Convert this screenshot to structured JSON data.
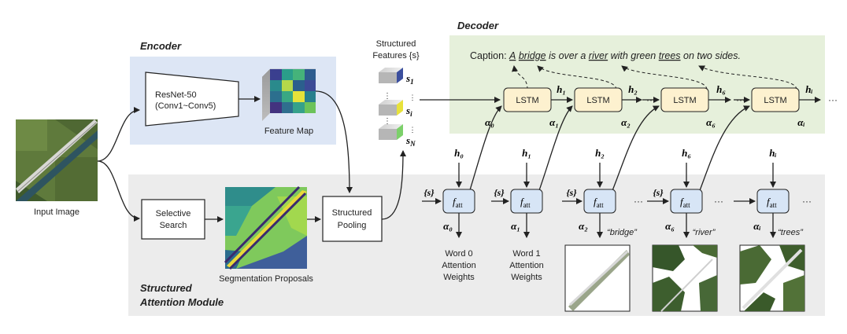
{
  "labels": {
    "encoder": "Encoder",
    "decoder": "Decoder",
    "sam_line1": "Structured",
    "sam_line2": "Attention Module",
    "input_image": "Input Image",
    "resnet_line1": "ResNet-50",
    "resnet_line2": "(Conv1~Conv5)",
    "feature_map": "Feature Map",
    "selective_line1": "Selective",
    "selective_line2": "Search",
    "seg_proposals": "Segmentation Proposals",
    "pooling_line1": "Structured",
    "pooling_line2": "Pooling",
    "structured_features_line1": "Structured",
    "structured_features_line2": "Features {s}",
    "s1": "s",
    "s1_sub": "1",
    "si": "s",
    "si_sub": "i",
    "sN": "s",
    "sN_sub": "N",
    "lstm": "LSTM",
    "fatt": "f",
    "fatt_sub": "att",
    "set_s": "{s}",
    "word0_line1": "Word 0",
    "word0_line2": "Attention",
    "word0_line3": "Weights",
    "word1_line1": "Word 1",
    "word1_line2": "Attention",
    "word1_line3": "Weights",
    "bridge": "“bridge”",
    "river": "“river”",
    "trees": "“trees”",
    "ellipsis": "···"
  },
  "caption": {
    "prefix": "Caption: ",
    "parts": [
      "A",
      " ",
      "bridge",
      " is over a ",
      "river",
      " with green ",
      "trees",
      " on ",
      "two sides."
    ]
  },
  "h_labels": [
    "h₀",
    "h₁",
    "h₂",
    "h₆",
    "hᵢ"
  ],
  "alpha_labels": [
    "α₀",
    "α₁",
    "α₂",
    "α₆",
    "αᵢ"
  ],
  "colors": {
    "encoder_bg": "#dde6f5",
    "decoder_bg": "#e6f0db",
    "sam_bg": "#ececec",
    "lstm_fill": "#fdf1cf",
    "fatt_fill": "#d7e5f6",
    "feature_blue": "#3b4f9e",
    "feature_yellow": "#e8e23a",
    "feature_green": "#7cd06a"
  }
}
